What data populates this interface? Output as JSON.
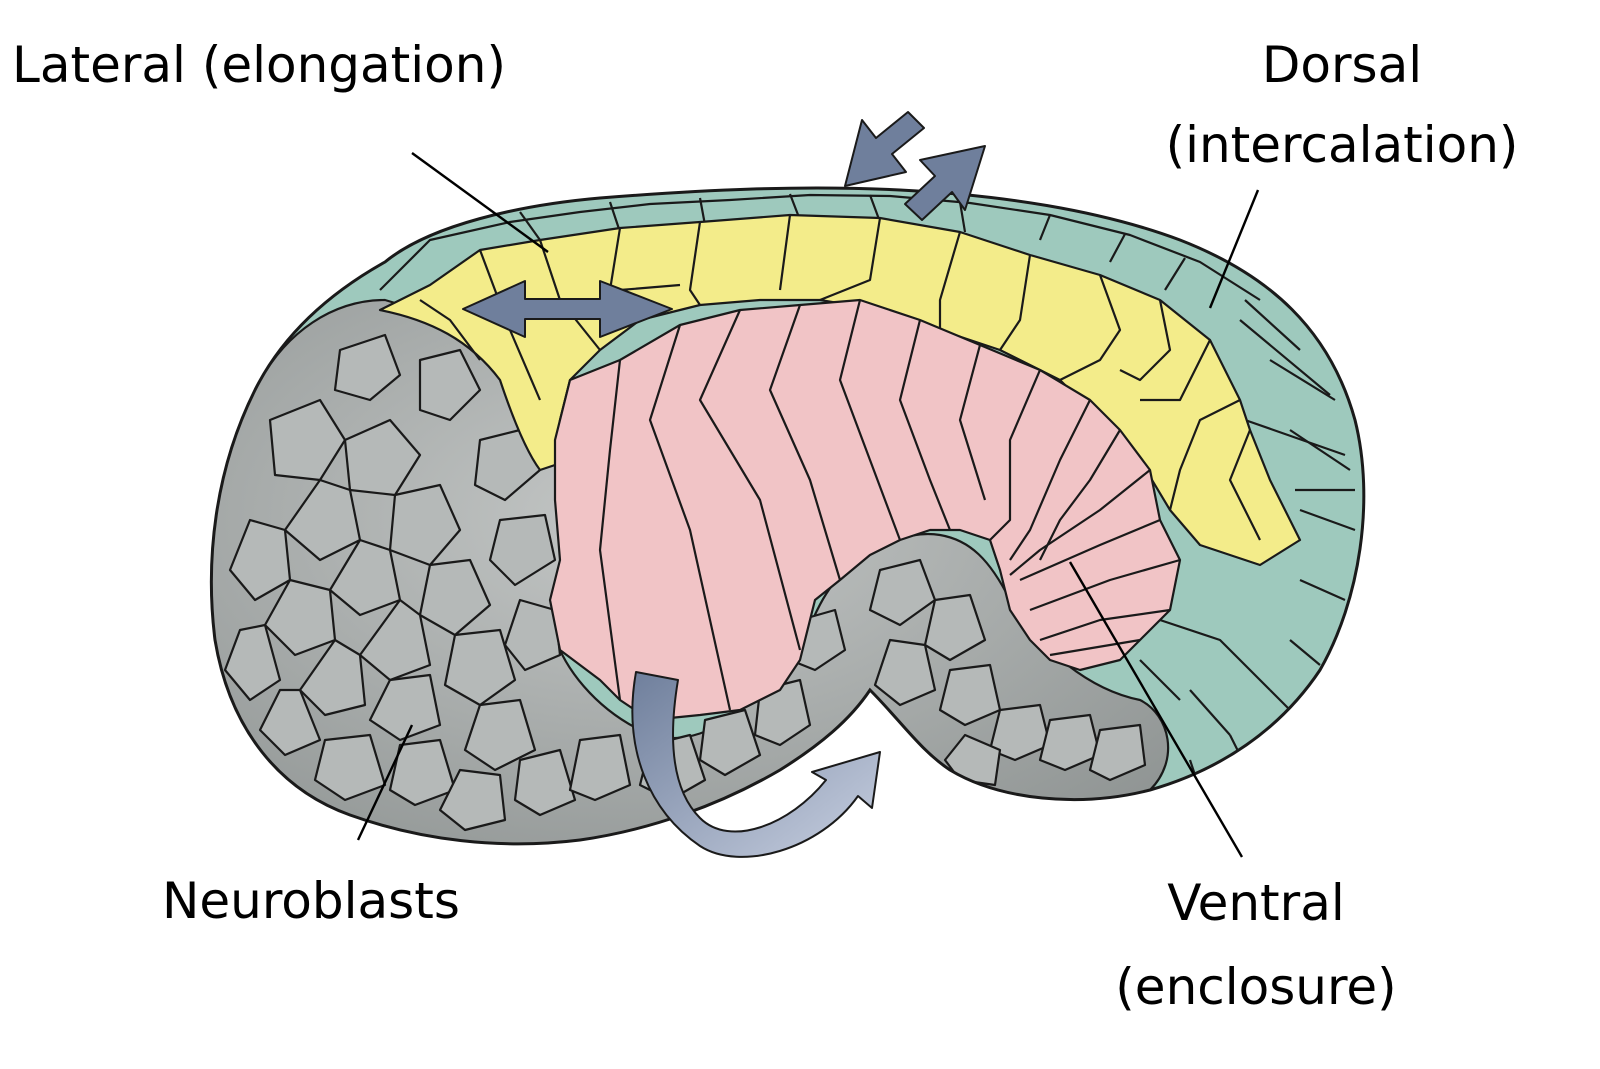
{
  "labels": {
    "lateral": "Lateral (elongation)",
    "dorsal_line1": "Dorsal",
    "dorsal_line2": "(intercalation)",
    "neuroblasts": "Neuroblasts",
    "ventral_line1": "Ventral",
    "ventral_line2": "(enclosure)"
  },
  "colors": {
    "dorsal_tissue": "#9ec9bd",
    "lateral_tissue": "#f3ec8a",
    "ventral_tissue": "#f1c4c6",
    "neuroblast_tissue": "#a6aaa9",
    "arrow": "#6f7f9c",
    "outline": "#1a1a1a"
  },
  "icons": {
    "bidirectional_arrow": "double-arrow-horizontal-icon",
    "intercalation_arrows": "converging-diverging-arrows-icon",
    "curved_arrow": "curved-enclosure-arrow-icon"
  }
}
